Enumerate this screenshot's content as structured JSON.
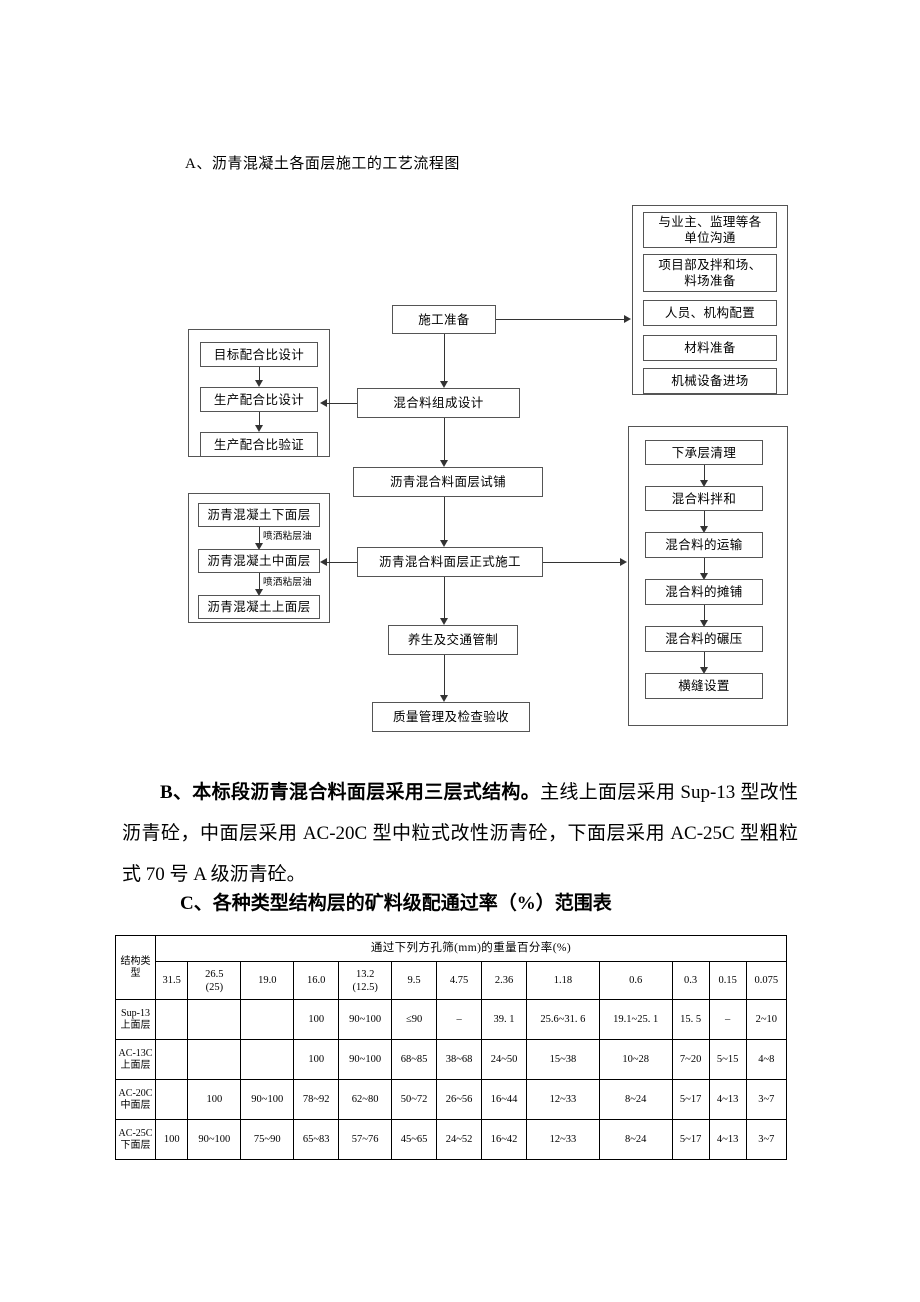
{
  "sections": {
    "heading_a": "A、沥青混凝土各面层施工的工艺流程图",
    "heading_c": "C、各种类型结构层的矿料级配通过率（%）范围表",
    "para_b_bold": "B、本标段沥青混合料面层采用三层式结构。",
    "para_b_rest": "主线上面层采用 Sup-13 型改性沥青砼，中面层采用 AC-20C 型中粒式改性沥青砼，下面层采用 AC-25C 型粗粒式 70 号 A 级沥青砼。"
  },
  "flowchart": {
    "center": [
      "施工准备",
      "混合料组成设计",
      "沥青混合料面层试铺",
      "沥青混合料面层正式施工",
      "养生及交通管制",
      "质量管理及检查验收"
    ],
    "left_top_group": [
      "目标配合比设计",
      "生产配合比设计",
      "生产配合比验证"
    ],
    "left_bottom_group": [
      "沥青混凝土下面层",
      "沥青混凝土中面层",
      "沥青混凝土上面层"
    ],
    "left_bottom_edge_labels": [
      "喷洒粘层油",
      "喷洒粘层油"
    ],
    "right_top_group": [
      "与业主、监理等各单位沟通",
      "项目部及拌和场、料场准备",
      "人员、机构配置",
      "材料准备",
      "机械设备进场"
    ],
    "right_bottom_group": [
      "下承层清理",
      "混合料拌和",
      "混合料的运输",
      "混合料的摊铺",
      "混合料的碾压",
      "横缝设置"
    ]
  },
  "chart_data": {
    "type": "table",
    "title": "各种类型结构层的矿料级配通过率（%）范围表",
    "header_span": "通过下列方孔筛(mm)的重量百分率(%)",
    "row_header": "结构类型",
    "categories": [
      "31.5",
      "26.5\n(25)",
      "19.0",
      "16.0",
      "13.2\n(12.5)",
      "9.5",
      "4.75",
      "2.36",
      "1.18",
      "0.6",
      "0.3",
      "0.15",
      "0.075"
    ],
    "rows": [
      {
        "label": "Sup-13\n上面层",
        "values": [
          "",
          "",
          "",
          "100",
          "90~100",
          "≤90",
          "–",
          "39. 1",
          "25.6~31. 6",
          "19.1~25. 1",
          "15. 5",
          "–",
          "2~10"
        ]
      },
      {
        "label": "AC-13C\n上面层",
        "values": [
          "",
          "",
          "",
          "100",
          "90~100",
          "68~85",
          "38~68",
          "24~50",
          "15~38",
          "10~28",
          "7~20",
          "5~15",
          "4~8"
        ]
      },
      {
        "label": "AC-20C\n中面层",
        "values": [
          "",
          "100",
          "90~100",
          "78~92",
          "62~80",
          "50~72",
          "26~56",
          "16~44",
          "12~33",
          "8~24",
          "5~17",
          "4~13",
          "3~7"
        ]
      },
      {
        "label": "AC-25C\n下面层",
        "values": [
          "100",
          "90~100",
          "75~90",
          "65~83",
          "57~76",
          "45~65",
          "24~52",
          "16~42",
          "12~33",
          "8~24",
          "5~17",
          "4~13",
          "3~7"
        ]
      }
    ]
  }
}
